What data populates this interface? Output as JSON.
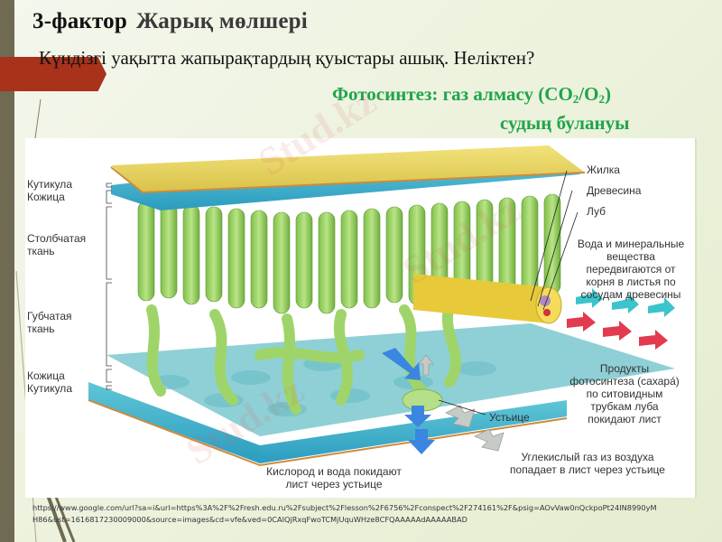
{
  "slide": {
    "title_part1": "3-фактор",
    "title_part2": "Жарық мөлшері",
    "subtitle": "Күндізгі уақытта жапырақтардың қуыстары ашық. Неліктен?",
    "green_line1_prefix": "Фотосинтез: газ алмасу (CO",
    "green_line1_sub1": "2",
    "green_line1_mid": "/O",
    "green_line1_sub2": "2",
    "green_line1_suffix": ")",
    "green_line2": "судың булануы",
    "colors": {
      "left_bar": "#6f6a52",
      "red_arrow": "#a8321a",
      "green_text": "#1fa54a",
      "background": "#eef3e0"
    }
  },
  "figure": {
    "left_labels": [
      {
        "text": "Кутикула"
      },
      {
        "text": "Кожица"
      },
      {
        "text": "Столбчатая"
      },
      {
        "text": "ткань"
      },
      {
        "text": "Губчатая"
      },
      {
        "text": "ткань"
      },
      {
        "text": "Кожица"
      },
      {
        "text": "Кутикула"
      }
    ],
    "right_labels": {
      "vein": "Жилка",
      "xylem": "Древесина",
      "phloem": "Луб",
      "water_lines": [
        "Вода и минеральные",
        "вещества",
        "передвигаются от",
        "корня в листья по",
        "сосудам древесины"
      ],
      "products_lines": [
        "Продукты",
        "фотосинтеза (сахара́)",
        "по ситовидным",
        "трубкам луба",
        "покидают лист"
      ],
      "stoma": "Устьице",
      "co2_lines": [
        "Углекислый газ из воздуха",
        "попадает в лист через устьице"
      ],
      "o2_lines": [
        "Кислород и вода покидают",
        "лист через устьице"
      ]
    }
  },
  "source": {
    "url_line1": "https://www.google.com/url?sa=i&url=https%3A%2F%2Fresh.edu.ru%2Fsubject%2Flesson%2F6756%2Fconspect%2F274161%2F&psig=AOvVaw0nQckpoPt24IN8990yM",
    "url_line2": "H86&ust=1616817230009000&source=images&cd=vfe&ved=0CAIQjRxqFwoTCMjUquWHze8CFQAAAAAdAAAAABAD"
  },
  "watermark": {
    "text": "Stud.kz"
  }
}
